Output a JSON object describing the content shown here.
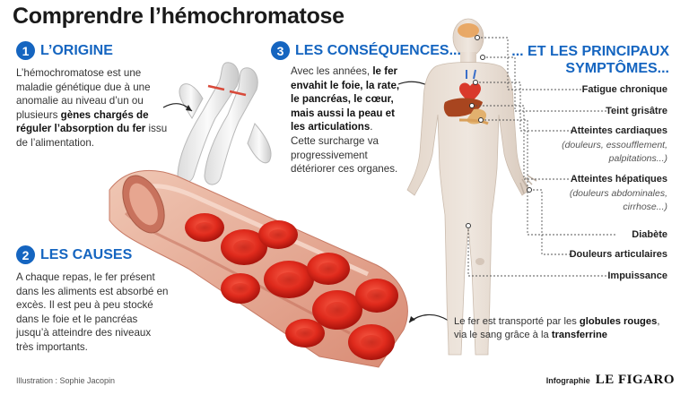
{
  "title": "Comprendre l’hémochromatose",
  "sections": {
    "origin": {
      "number": "1",
      "heading": "L’ORIGINE",
      "text_1": "L’hémochromatose est une maladie génétique due à une anomalie au niveau d’un ou plusieurs ",
      "text_bold_1": "gènes chargés de réguler l’absorption du fer",
      "text_2": " issu de l’alimentation."
    },
    "causes": {
      "number": "2",
      "heading": "LES CAUSES",
      "text": "A chaque repas, le fer présent dans les aliments est absorbé en excès. Il est peu à peu stocké dans le foie et le pancréas jusqu’à atteindre des niveaux très importants."
    },
    "consequences": {
      "number": "3",
      "heading": "LES CONSÉQUENCES...",
      "text_1": "Avec les années, ",
      "text_bold_1": "le fer envahit le foie, la rate, le pancréas, le cœur, mais aussi la peau et les articulations",
      "text_2": ". Cette surcharge va progressivement détériorer ces organes."
    }
  },
  "symptoms": {
    "heading_1": "... ET LES PRINCIPAUX",
    "heading_2": "SYMPTÔMES...",
    "items": [
      {
        "label": "Fatigue chronique"
      },
      {
        "label": "Teint grisâtre"
      },
      {
        "label": "Atteintes cardiaques",
        "sub_1": "(douleurs, essoufflement,",
        "sub_2": "palpitations...)"
      },
      {
        "label": "Atteintes hépatiques",
        "sub_1": "(douleurs abdominales,",
        "sub_2": "cirrhose...)"
      },
      {
        "label": "Diabète"
      },
      {
        "label": "Douleurs articulaires"
      },
      {
        "label": "Impuissance"
      }
    ]
  },
  "transport": {
    "text_1": "Le fer est transporté par les ",
    "text_bold_1": "globules rouges",
    "text_2": ", via le sang grâce à la ",
    "text_bold_2": "transferrine"
  },
  "credits": {
    "illustration": "Illustration : Sophie Jacopin",
    "infographie": "Infographie",
    "brand": "LE FIGARO"
  },
  "colors": {
    "accent": "#1565c0",
    "blood": "#d7261c",
    "skin": "#e8dcd0"
  }
}
